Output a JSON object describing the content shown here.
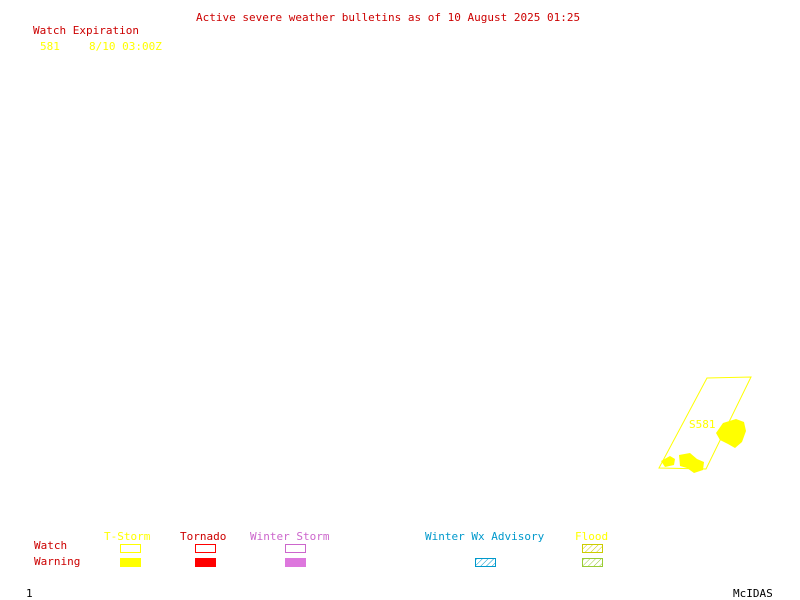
{
  "header": {
    "bulletin_title": "Active severe weather bulletins as of 10 August 2025 01:25",
    "watch_expiration_header": "Watch Expiration"
  },
  "watches": [
    {
      "number": "581",
      "expiry": "8/10 03:00Z"
    }
  ],
  "map": {
    "watch_label": "S581"
  },
  "legend": {
    "categories": {
      "tstorm": "T-Storm",
      "tornado": "Tornado",
      "winter_storm": "Winter Storm",
      "winter_wx_advisory": "Winter Wx Advisory",
      "flood": "Flood"
    },
    "rows": {
      "watch": "Watch",
      "warning": "Warning"
    },
    "colors": {
      "tstorm": "#ffff00",
      "tornado": "#ff0000",
      "winter_storm": "#cc66cc",
      "winter_wx_advisory": "#0099cc",
      "flood": "#99cc33",
      "text_red": "#cc0000"
    }
  },
  "footer": {
    "page_number": "1",
    "label": "McIDAS"
  }
}
